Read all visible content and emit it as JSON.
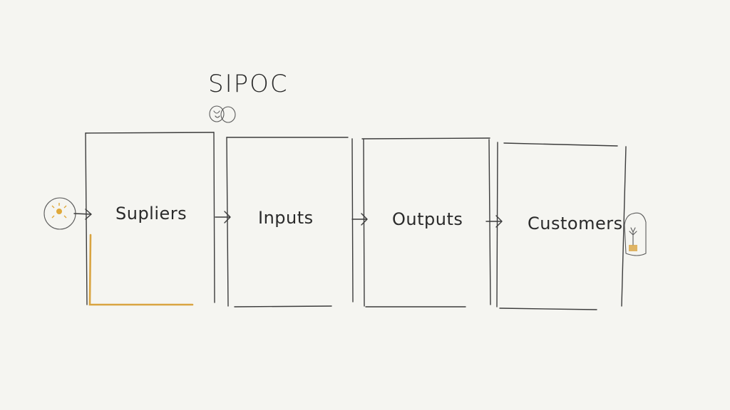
{
  "title": "SIPOC",
  "stages": [
    {
      "id": "suppliers",
      "label": "Supliers"
    },
    {
      "id": "inputs",
      "label": "Inputs"
    },
    {
      "id": "outputs",
      "label": "Outputs"
    },
    {
      "id": "customers",
      "label": "Customers"
    }
  ],
  "colors": {
    "background": "#f5f5f1",
    "ink": "#3c3c3c",
    "accent": "#d9a441"
  },
  "icons": {
    "start": "sun-sketch-icon",
    "end": "plant-pot-icon",
    "title_doodle": "doodle-icon"
  }
}
